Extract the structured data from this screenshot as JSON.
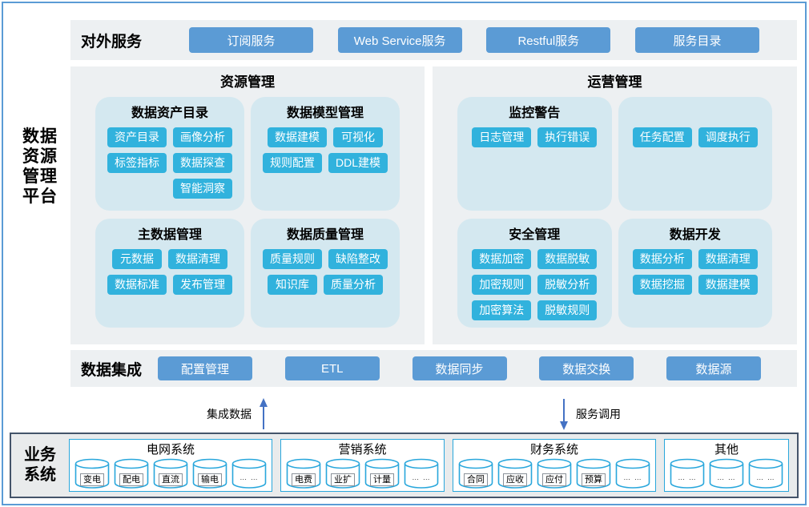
{
  "colors": {
    "frame": "#5b9bd5",
    "row-bg": "#edf0f2",
    "card-bg": "#d4e8f0",
    "btn-cyan": "#31b2dd",
    "btn-blue": "#5b9bd5",
    "arrow": "#4472c4",
    "cyl": "#29a7dc",
    "biz-border": "#44546a",
    "biz-bg": "#e9ebec"
  },
  "platform_label": {
    "lines": [
      "数据",
      "资源",
      "管理",
      "平台"
    ]
  },
  "external_services": {
    "label": "对外服务",
    "buttons": [
      "订阅服务",
      "Web Service服务",
      "Restful服务",
      "服务目录"
    ]
  },
  "panels": [
    {
      "title": "资源管理",
      "cards": [
        {
          "title": "数据资产目录",
          "button_rows": [
            [
              "资产目录",
              "画像分析"
            ],
            [
              "标签指标",
              "数据探查"
            ],
            [
              null,
              "智能洞察"
            ]
          ]
        },
        {
          "title": "数据模型管理",
          "button_rows": [
            [
              "数据建模",
              "可视化"
            ],
            [
              "规则配置",
              "DDL建模"
            ]
          ]
        },
        {
          "title": "主数据管理",
          "button_rows": [
            [
              "元数据",
              "数据清理"
            ],
            [
              "数据标准",
              "发布管理"
            ]
          ]
        },
        {
          "title": "数据质量管理",
          "button_rows": [
            [
              "质量规则",
              "缺陷整改"
            ],
            [
              "知识库",
              "质量分析"
            ]
          ]
        }
      ]
    },
    {
      "title": "运营管理",
      "cards": [
        {
          "title": "监控警告",
          "button_rows": [
            [
              "日志管理",
              "执行错误"
            ]
          ]
        },
        {
          "title": "",
          "button_rows": [
            [
              "任务配置",
              "调度执行"
            ]
          ]
        },
        {
          "title": "安全管理",
          "button_rows": [
            [
              "数据加密",
              "数据脱敏"
            ],
            [
              "加密规则",
              "脱敏分析"
            ],
            [
              "加密算法",
              "脱敏规则"
            ]
          ]
        },
        {
          "title": "数据开发",
          "button_rows": [
            [
              "数据分析",
              "数据清理"
            ],
            [
              "数据挖掘",
              "数据建模"
            ]
          ]
        }
      ]
    }
  ],
  "data_integration": {
    "label": "数据集成",
    "buttons": [
      "配置管理",
      "ETL",
      "数据同步",
      "数据交换",
      "数据源"
    ]
  },
  "flows": [
    {
      "label": "集成数据",
      "direction": "up"
    },
    {
      "label": "服务调用",
      "direction": "down"
    }
  ],
  "business_systems": {
    "label_lines": [
      "业务",
      "系统"
    ],
    "groups": [
      {
        "title": "电网系统",
        "items": [
          "变电",
          "配电",
          "直流",
          "输电",
          "… …"
        ]
      },
      {
        "title": "营销系统",
        "items": [
          "电费",
          "业扩",
          "计量",
          "… …"
        ]
      },
      {
        "title": "财务系统",
        "items": [
          "合同",
          "应收",
          "应付",
          "预算",
          "… …"
        ]
      },
      {
        "title": "其他",
        "items": [
          "… …",
          "… …",
          "… …"
        ]
      }
    ]
  }
}
